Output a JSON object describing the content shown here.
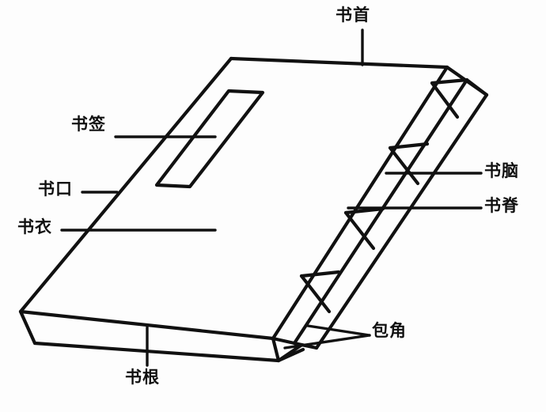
{
  "figure": {
    "type": "line-diagram",
    "subject": "traditional-chinese-bound-book",
    "background_color": "#fdfdfd",
    "line_color": "#111111",
    "text_color": "#101010"
  },
  "labels": {
    "head": "书首",
    "bookmark": "书签",
    "fore_edge": "书口",
    "jacket": "书衣",
    "back_margin": "书脑",
    "spine": "书脊",
    "corner_wrap": "包角",
    "foot": "书根"
  }
}
